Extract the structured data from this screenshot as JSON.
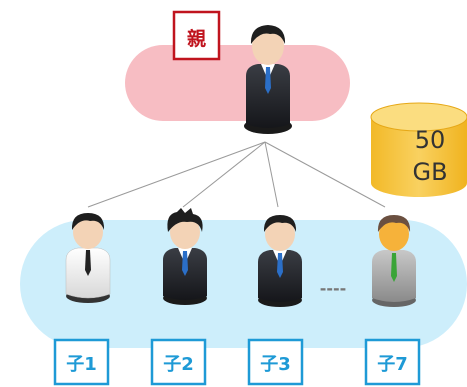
{
  "parent": {
    "label": "親"
  },
  "children": [
    {
      "label": "子1"
    },
    {
      "label": "子2"
    },
    {
      "label": "子3"
    },
    {
      "label": "子7"
    }
  ],
  "storage": {
    "value": "50",
    "unit": "GB"
  },
  "ellipsis": "----",
  "colors": {
    "parent_band": "#f7bdc3",
    "child_band": "#cdeefb",
    "parent_label": "#c0141e",
    "child_label": "#1e9ad6",
    "storage": "#f6c646"
  }
}
